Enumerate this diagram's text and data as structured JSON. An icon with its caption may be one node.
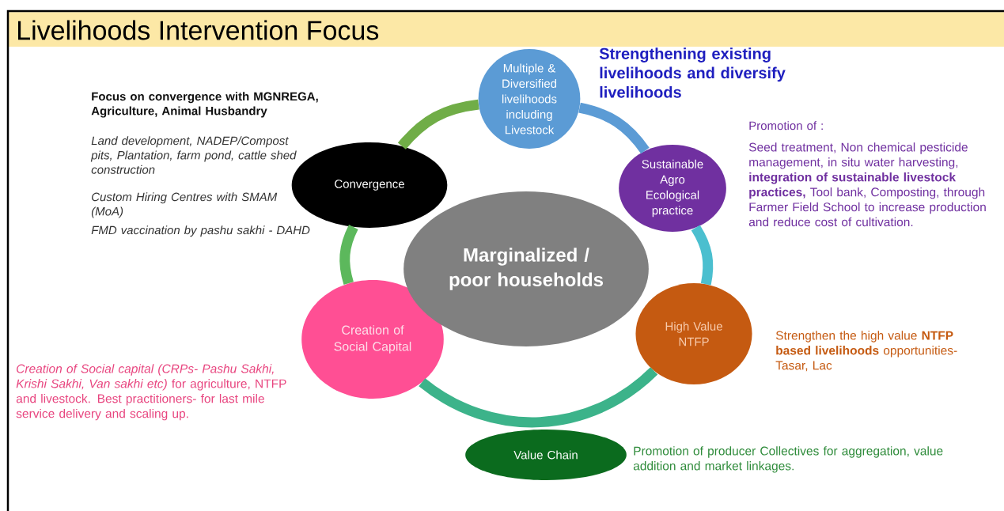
{
  "diagram": {
    "title": "Livelihoods Intervention Focus",
    "nodes": [
      {
        "text": [
          "Multiple & Diversified livelihoods including Livestock"
        ],
        "beside": [
          "Strengthening existing livelihoods and diversify livelihoods"
        ]
      },
      {
        "text": [
          "Sustainable Agro Ecological practice"
        ],
        "beside": [
          "Promotion of :",
          "Seed treatment, Non chemical pesticide management, in situ water harvesting, **integration of sustainable livestock practices,** Tool bank, Composting, through Farmer Field School to increase production and reduce cost of cultivation."
        ]
      },
      {
        "text": [
          "High Value NTFP"
        ],
        "beside": [
          "Strengthen the high value **NTFP based livelihoods** opportunities- Tasar, Lac"
        ]
      },
      {
        "text": [
          "Value Chain"
        ],
        "beside": [
          "Promotion of producer Collectives for aggregation, value addition and market linkages."
        ]
      },
      {
        "text": [
          "Creation of Social Capital"
        ],
        "beside": [
          "*Creation of Social capital (CRPs- Pashu Sakhi, Krishi Sakhi, Van sakhi etc)* for agriculture, NTFP and livestock. Best practitioners- for last mile service delivery and scaling up."
        ]
      },
      {
        "text": [
          "Convergence"
        ],
        "beside": [
          "Focus on convergence with MGNREGA, Agriculture, Animal Husbandry",
          "Land development, NADEP/Compost pits, Plantation, farm pond, cattle shed construction",
          "Custom Hiring Centres with SMAM (MoA)",
          "FMD vaccination by pashu sakhi - DAHD"
        ]
      },
      {
        "text": [
          "Marginalized / poor households"
        ]
      }
    ],
    "edges": [
      {
        "from": 5,
        "to": 0,
        "arrow": "none",
        "color": "#70ad47"
      },
      {
        "from": 0,
        "to": 1,
        "arrow": "none",
        "color": "#5b9bd5"
      },
      {
        "from": 1,
        "to": 2,
        "arrow": "none",
        "color": "#4bbfcf"
      },
      {
        "from": 2,
        "to": 4,
        "arrow": "none",
        "color": "#3cb38a"
      },
      {
        "from": 4,
        "to": 5,
        "arrow": "none",
        "color": "#5cb85c"
      }
    ]
  }
}
